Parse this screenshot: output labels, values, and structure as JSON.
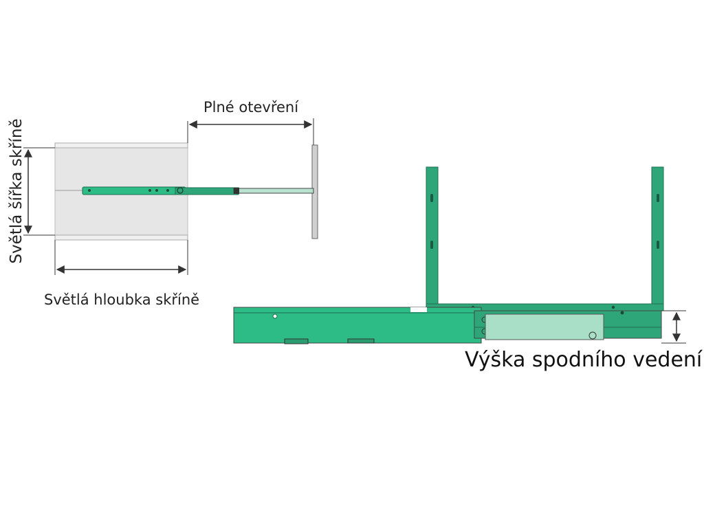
{
  "labels": {
    "full_opening": "Plné otevření",
    "cabinet_depth": "Světlá hloubka skříně",
    "cabinet_width": "Světlá šířka skříně",
    "bottom_rail_height": "Výška spodního vedení"
  },
  "colors": {
    "rail_green": "#2dbb86",
    "rail_light": "#a9dfc6",
    "frame_green": "#2fa679",
    "outline": "#555555",
    "cabinet_fill": "#e6e6e6",
    "cabinet_edge": "#bbbbbb",
    "dimension_line": "#333333"
  }
}
